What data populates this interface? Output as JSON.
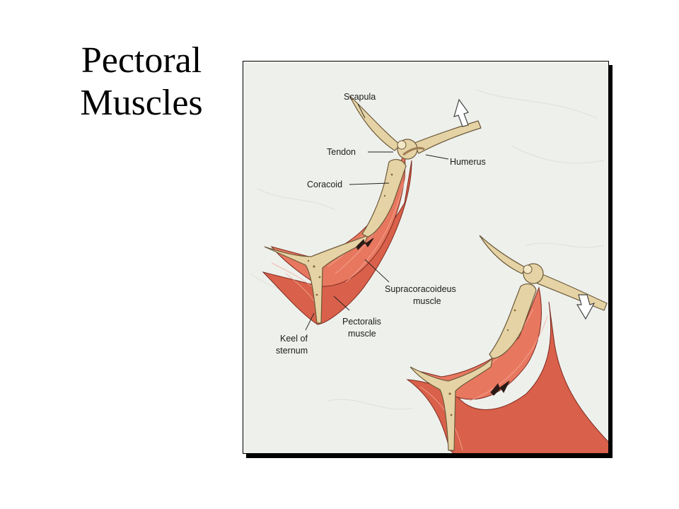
{
  "slide": {
    "title_line1": "Pectoral",
    "title_line2": "Muscles"
  },
  "figure": {
    "labels": {
      "scapula": "Scapula",
      "tendon": "Tendon",
      "humerus": "Humerus",
      "coracoid": "Coracoid",
      "supra_line1": "Supracoracoideus",
      "supra_line2": "muscle",
      "pect_line1": "Pectoralis",
      "pect_line2": "muscle",
      "keel_line1": "Keel of",
      "keel_line2": "sternum"
    },
    "colors": {
      "muscle": "#d9604a",
      "muscle_light": "#ee8b73",
      "bone": "#e6d3a5",
      "bone_outline": "#6b5a3a",
      "background": "#eef0ec"
    }
  }
}
